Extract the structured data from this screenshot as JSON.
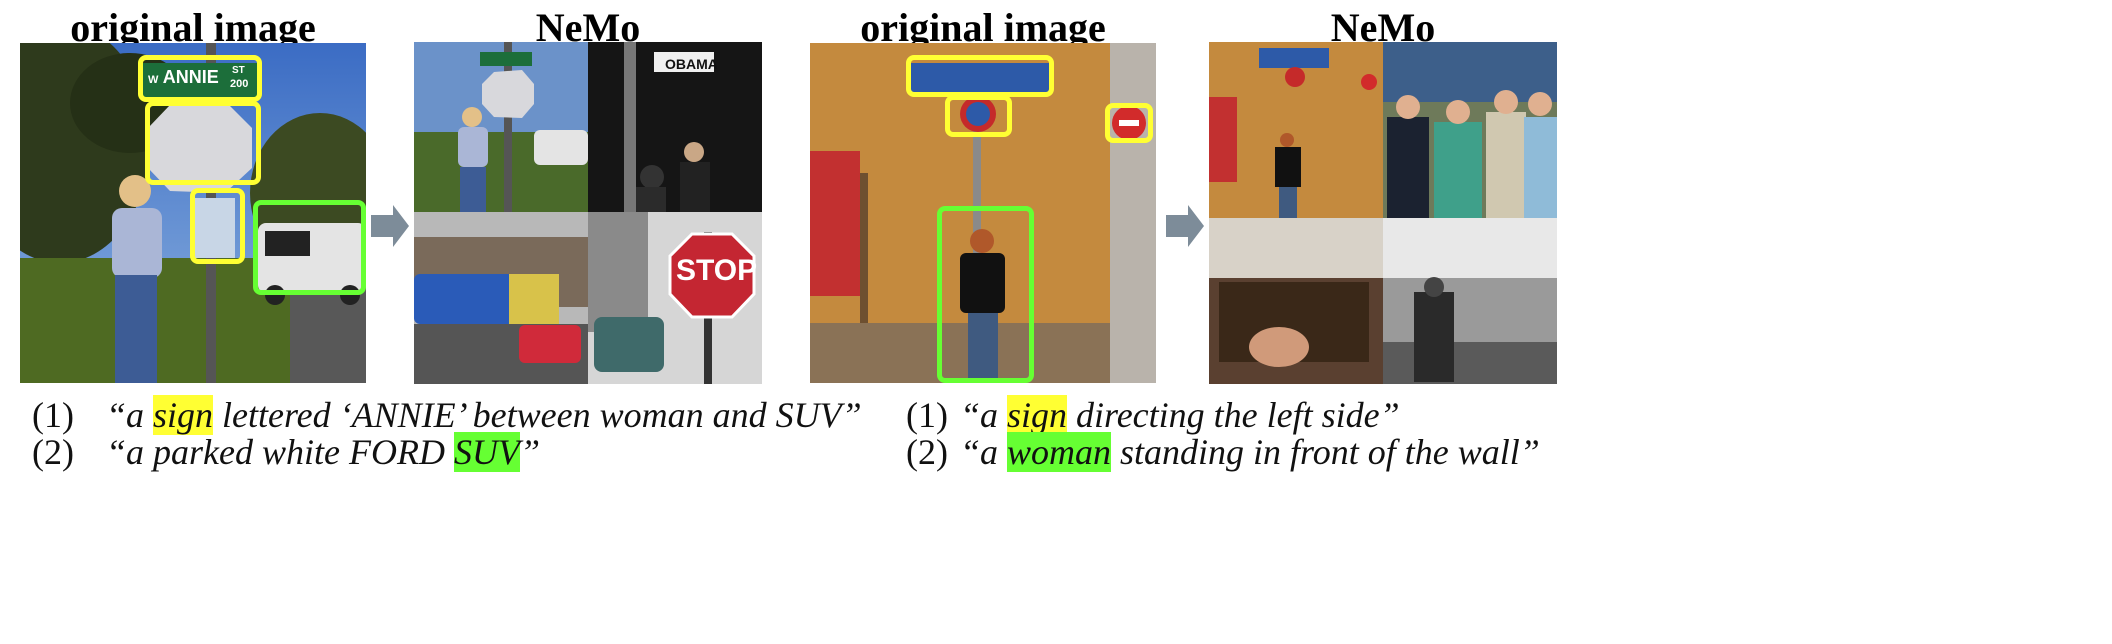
{
  "left": {
    "original_title": "original image",
    "nemo_title": "NeMo",
    "street_sign": {
      "prefix": "W",
      "name": "ANNIE",
      "suffix": "ST",
      "number": "200"
    },
    "obama_sign": "OBAMA",
    "stop_sign": "STOP",
    "captions": [
      {
        "num": "(1)",
        "pre": "“a ",
        "highlight": "sign",
        "post": " lettered ‘ANNIE’ between woman and  SUV”",
        "color": "#ffff33"
      },
      {
        "num": "(2)",
        "pre": "“a parked white FORD ",
        "highlight": "SUV",
        "post": "”",
        "color": "#66ff33"
      }
    ]
  },
  "right": {
    "original_title": "original image",
    "nemo_title": "NeMo",
    "captions": [
      {
        "num": "(1)",
        "pre": "“a ",
        "highlight": "sign",
        "post": " directing the left side”",
        "color": "#ffff33"
      },
      {
        "num": "(2)",
        "pre": "“a ",
        "highlight": "woman",
        "post": " standing in front of the wall”",
        "color": "#66ff33"
      }
    ]
  }
}
